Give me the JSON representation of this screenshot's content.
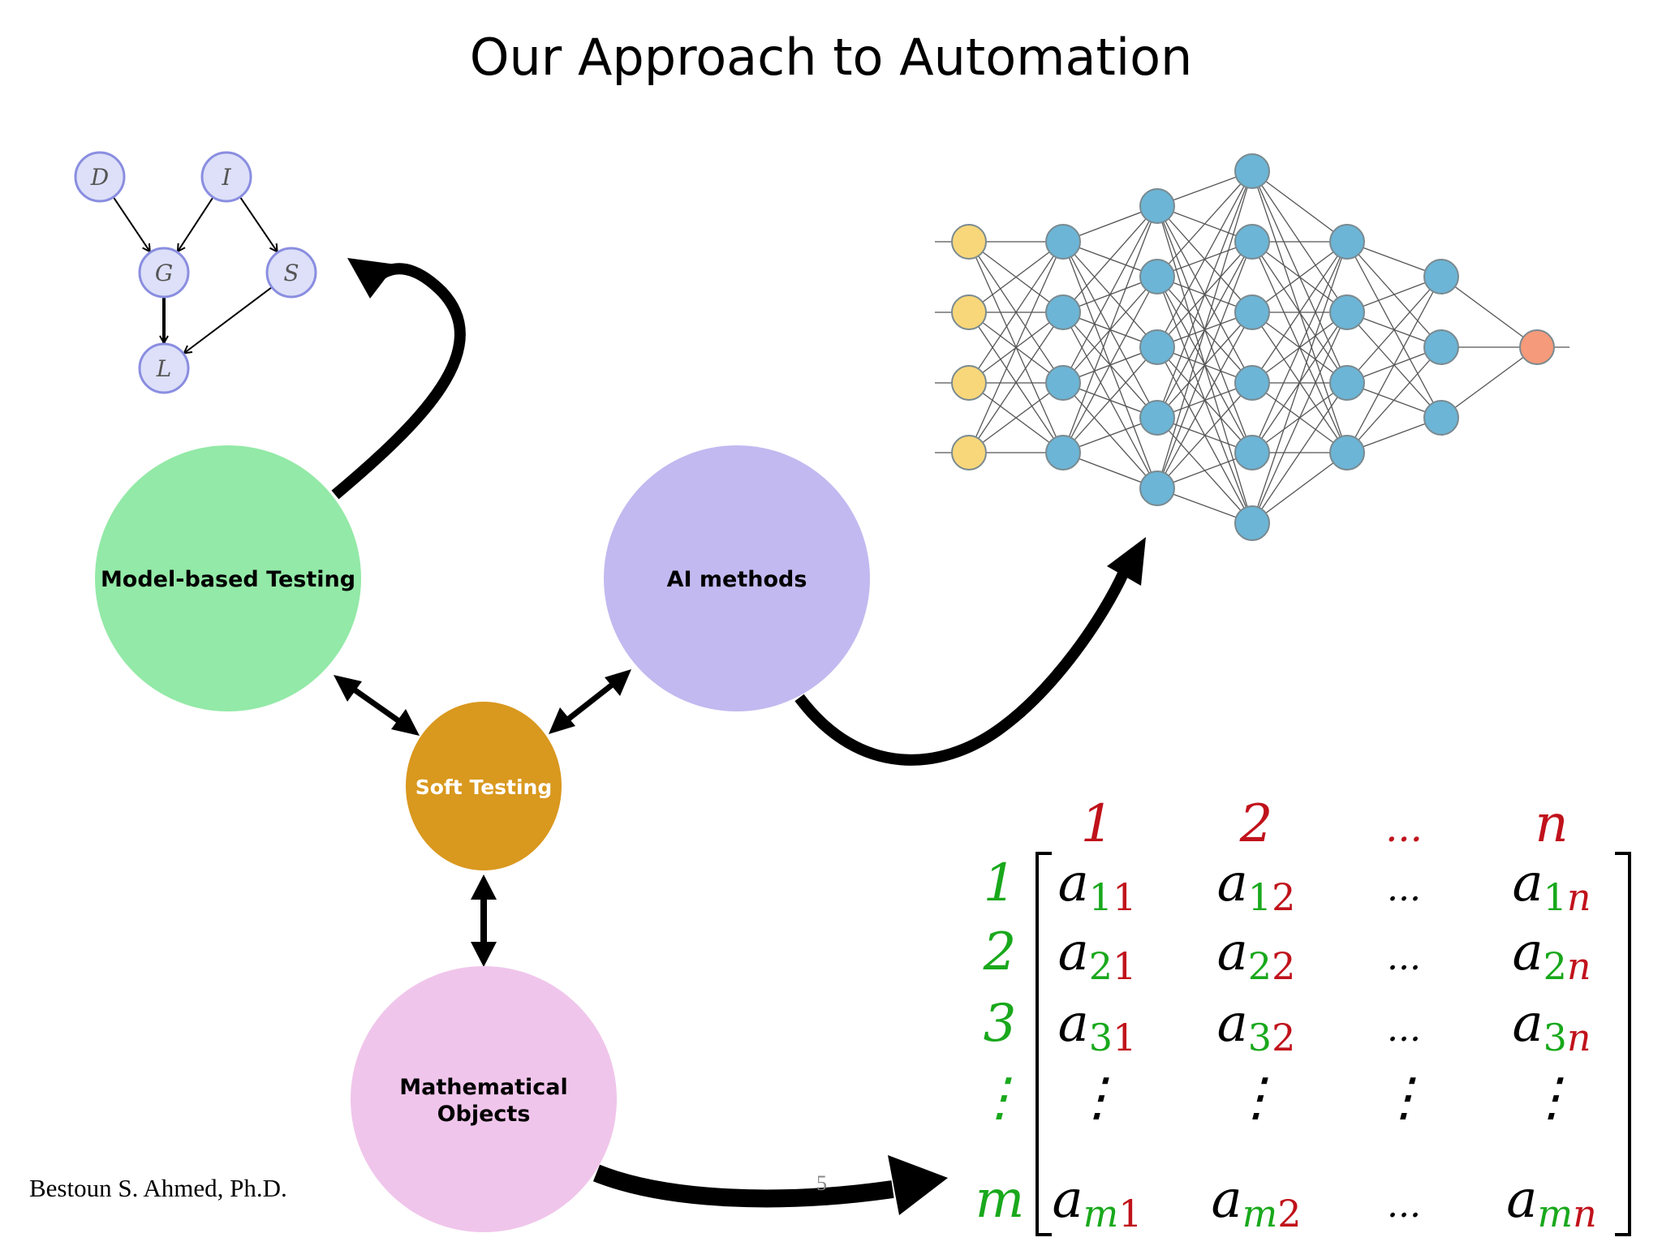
{
  "slide": {
    "title": "Our Approach to Automation",
    "author": "Bestoun S. Ahmed, Ph.D.",
    "page_number": "5"
  },
  "circles": {
    "model_based": {
      "label": "Model-based Testing",
      "color": "#93e9a7"
    },
    "ai_methods": {
      "label": "AI methods",
      "color": "#c2b9f0"
    },
    "soft_testing": {
      "label": "Soft Testing",
      "color": "#d9981e"
    },
    "math_objects": {
      "label_line1": "Mathematical",
      "label_line2": "Objects",
      "color": "#f0c5eb"
    }
  },
  "bayes_net": {
    "nodes": [
      "D",
      "I",
      "G",
      "S",
      "L"
    ],
    "node_fill": "#dde0f8",
    "node_stroke": "#8a8ee0"
  },
  "neural_net": {
    "layers": [
      4,
      4,
      5,
      6,
      4,
      3,
      1
    ],
    "input_color": "#f8d77a",
    "hidden_color": "#6cb5d6",
    "output_color": "#f59a7a"
  },
  "matrix": {
    "col_headers": [
      "1",
      "2",
      "...",
      "n"
    ],
    "row_headers": [
      "1",
      "2",
      "3",
      "⋮",
      "m"
    ],
    "rows": [
      [
        {
          "b": "a",
          "s": "11"
        },
        {
          "b": "a",
          "s": "12"
        },
        {
          "b": "...",
          "s": ""
        },
        {
          "b": "a",
          "s": "1n"
        }
      ],
      [
        {
          "b": "a",
          "s": "21"
        },
        {
          "b": "a",
          "s": "22"
        },
        {
          "b": "...",
          "s": ""
        },
        {
          "b": "a",
          "s": "2n"
        }
      ],
      [
        {
          "b": "a",
          "s": "31"
        },
        {
          "b": "a",
          "s": "32"
        },
        {
          "b": "...",
          "s": ""
        },
        {
          "b": "a",
          "s": "3n"
        }
      ],
      [
        {
          "b": "⋮",
          "s": ""
        },
        {
          "b": "⋮",
          "s": ""
        },
        {
          "b": "⋮",
          "s": ""
        },
        {
          "b": "⋮",
          "s": ""
        }
      ],
      [
        {
          "b": "a",
          "s": "m1"
        },
        {
          "b": "a",
          "s": "m2"
        },
        {
          "b": "...",
          "s": ""
        },
        {
          "b": "a",
          "s": "mn"
        }
      ]
    ],
    "red": "#c0121b",
    "green": "#19a81c"
  }
}
